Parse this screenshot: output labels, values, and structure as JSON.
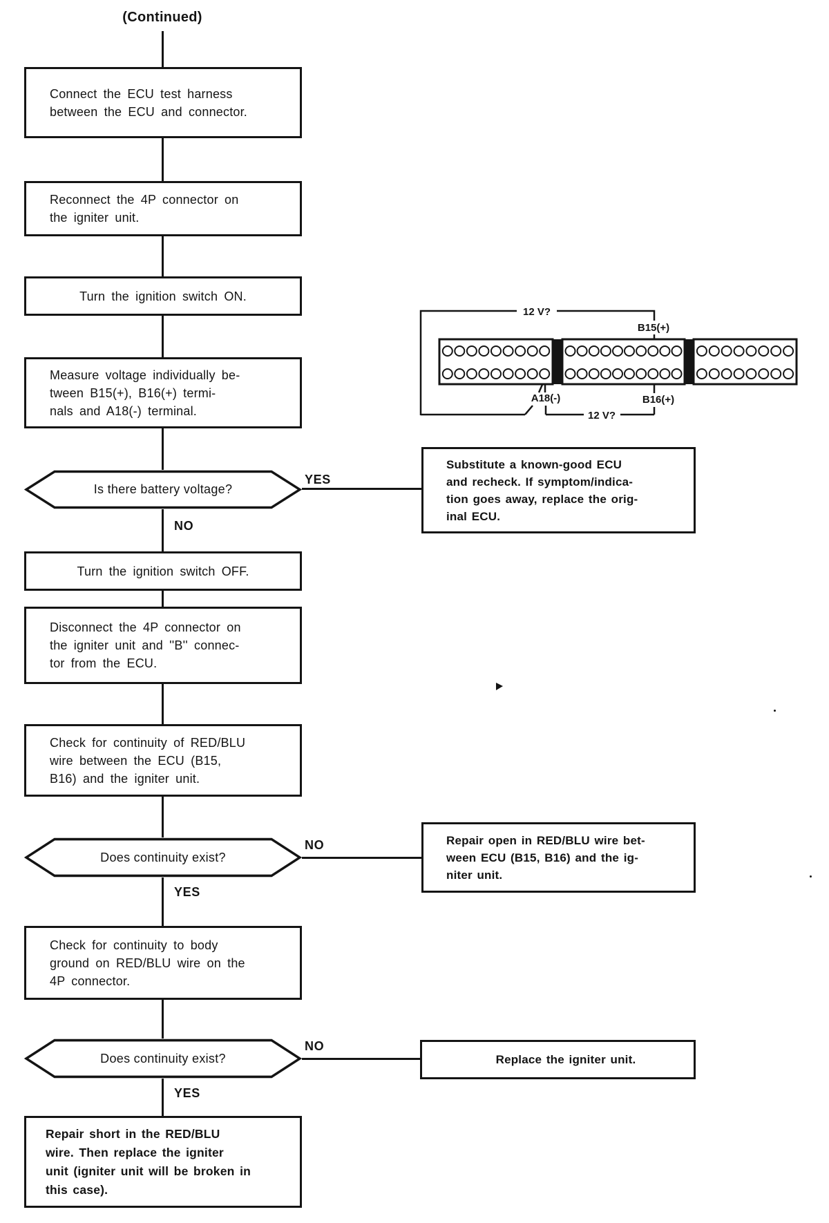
{
  "page": {
    "title": "(Continued)"
  },
  "colors": {
    "ink": "#141414",
    "paper": "#ffffff"
  },
  "flow": {
    "boxes": {
      "connect_harness": "Connect the ECU test harness\nbetween the ECU and connector.",
      "reconnect_4p": "Reconnect the 4P connector on\nthe igniter unit.",
      "ignition_on": "Turn the ignition switch ON.",
      "measure_voltage": "Measure voltage individually be-\ntween B15(+), B16(+) termi-\nnals and A18(-) terminal.",
      "ignition_off": "Turn the ignition switch OFF.",
      "disconnect_4p": "Disconnect the 4P connector on\nthe igniter unit and ''B'' connec-\ntor from the ECU.",
      "check_continuity_ecu": "Check for continuity of RED/BLU\nwire between the ECU (B15,\nB16) and the igniter unit.",
      "check_body_ground": "Check for continuity to body\nground on RED/BLU wire on the\n4P connector.",
      "repair_short": "Repair short in the RED/BLU\nwire. Then replace the igniter\nunit (igniter unit will be broken in\nthis case)."
    },
    "decisions": {
      "battery_voltage": "Is there battery voltage?",
      "continuity_1": "Does continuity exist?",
      "continuity_2": "Does continuity exist?"
    },
    "actions": {
      "substitute_ecu": "Substitute a known-good ECU\nand recheck. If symptom/indica-\ntion goes away, replace the orig-\ninal ECU.",
      "repair_open": "Repair open in RED/BLU wire bet-\nween ECU (B15, B16) and the ig-\nniter unit.",
      "replace_igniter": "Replace the igniter unit."
    },
    "branch_labels": {
      "yes_1": "YES",
      "no_1": "NO",
      "no_2": "NO",
      "yes_2": "YES",
      "no_3": "NO",
      "yes_3": "YES"
    }
  },
  "connector_diagram": {
    "top_measure_label": "12 V?",
    "bottom_measure_label": "12 V?",
    "pin_labels": {
      "b15": "B15(+)",
      "a18": "A18(-)",
      "b16": "B16(+)"
    },
    "blocks": [
      {
        "name": "connector-a",
        "pins_per_row": 9,
        "rows": 2
      },
      {
        "name": "connector-b",
        "pins_per_row": 10,
        "rows": 2
      },
      {
        "name": "connector-c",
        "pins_per_row": 8,
        "rows": 2
      }
    ]
  }
}
